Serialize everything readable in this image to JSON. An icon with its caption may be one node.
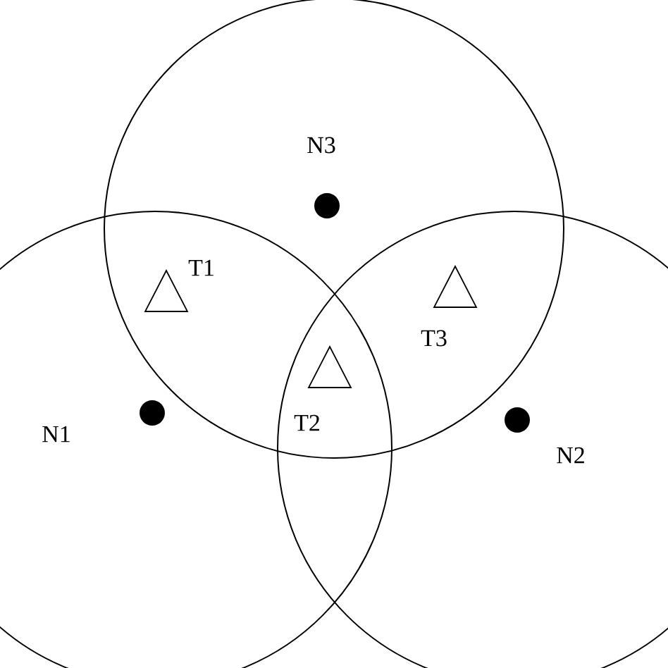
{
  "diagram": {
    "labels": [
      "N3",
      "T1",
      "T3",
      "N1",
      "T2",
      "N2"
    ]
  }
}
